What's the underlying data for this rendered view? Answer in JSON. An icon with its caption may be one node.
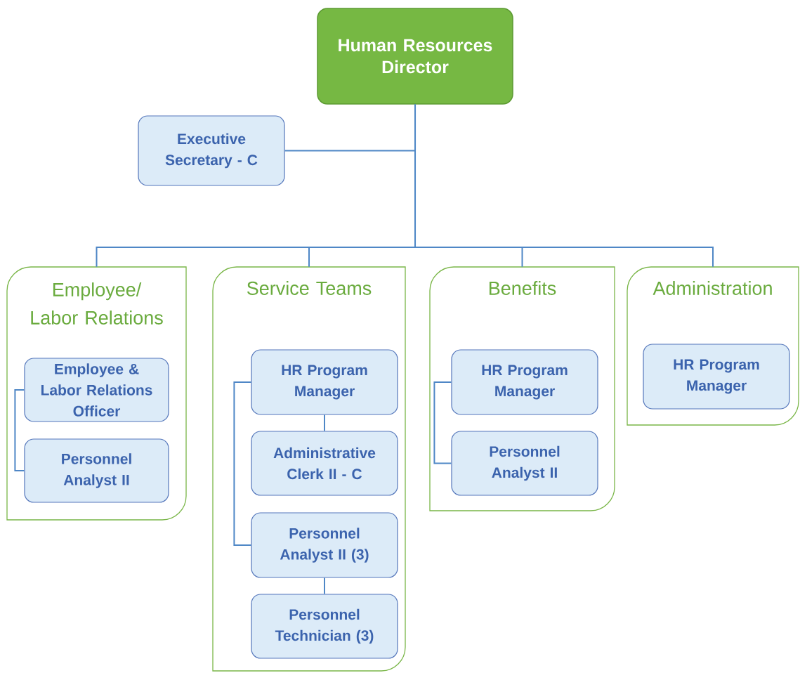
{
  "diagram": {
    "nodes": [
      {
        "text": [
          "Human Resources Director"
        ]
      },
      {
        "text": [
          "Executive Secretary - C"
        ]
      },
      {
        "text": [
          "Employee/ Labor Relations"
        ]
      },
      {
        "text": [
          "Employee & Labor Relations Officer"
        ],
        "in": 2
      },
      {
        "text": [
          "Personnel Analyst II"
        ],
        "in": 2
      },
      {
        "text": [
          "Service Teams"
        ]
      },
      {
        "text": [
          "HR Program Manager"
        ],
        "in": 5
      },
      {
        "text": [
          "Administrative Clerk II - C"
        ],
        "in": 5
      },
      {
        "text": [
          "Personnel Analyst II (3)"
        ],
        "in": 5
      },
      {
        "text": [
          "Personnel Technician (3)"
        ],
        "in": 5
      },
      {
        "text": [
          "Benefits"
        ]
      },
      {
        "text": [
          "HR Program Manager"
        ],
        "in": 10
      },
      {
        "text": [
          "Personnel Analyst II"
        ],
        "in": 10
      },
      {
        "text": [
          "Administration"
        ]
      },
      {
        "text": [
          "HR Program Manager"
        ],
        "in": 13
      }
    ],
    "edges": [
      {
        "from": 0,
        "to": 1,
        "arrow": "none"
      },
      {
        "from": 0,
        "to": 2,
        "arrow": "none"
      },
      {
        "from": 0,
        "to": 5,
        "arrow": "none"
      },
      {
        "from": 0,
        "to": 10,
        "arrow": "none"
      },
      {
        "from": 0,
        "to": 13,
        "arrow": "none"
      },
      {
        "from": 3,
        "to": 4,
        "arrow": "none"
      },
      {
        "from": 6,
        "to": 7,
        "arrow": "none"
      },
      {
        "from": 6,
        "to": 8,
        "arrow": "none"
      },
      {
        "from": 8,
        "to": 9,
        "arrow": "none"
      },
      {
        "from": 11,
        "to": 12,
        "arrow": "none"
      }
    ]
  }
}
